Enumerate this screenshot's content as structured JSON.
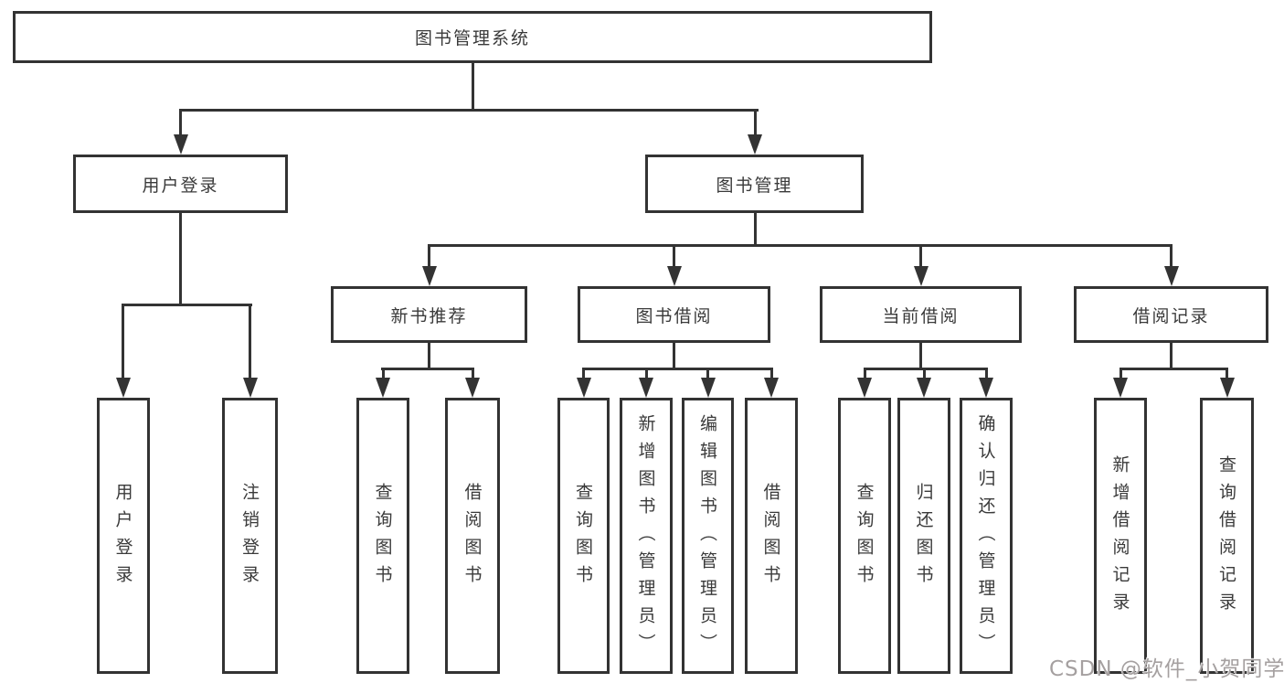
{
  "diagram": {
    "title": "图书管理系统",
    "level1": [
      {
        "label": "用户登录"
      },
      {
        "label": "图书管理"
      }
    ],
    "level2": [
      {
        "label": "新书推荐"
      },
      {
        "label": "图书借阅"
      },
      {
        "label": "当前借阅"
      },
      {
        "label": "借阅记录"
      }
    ],
    "leaves_login": [
      {
        "label": "用户登录"
      },
      {
        "label": "注销登录"
      }
    ],
    "leaves_recommend": [
      {
        "label": "查询图书"
      },
      {
        "label": "借阅图书"
      }
    ],
    "leaves_borrow": [
      {
        "label": "查询图书"
      },
      {
        "label": "新增图书（管理员）"
      },
      {
        "label": "编辑图书（管理员）"
      },
      {
        "label": "借阅图书"
      }
    ],
    "leaves_current": [
      {
        "label": "查询图书"
      },
      {
        "label": "归还图书"
      },
      {
        "label": "确认归还（管理员）"
      }
    ],
    "leaves_records": [
      {
        "label": "新增借阅记录"
      },
      {
        "label": "查询借阅记录"
      }
    ]
  },
  "watermark": {
    "text": "CSDN @软件_小贺同学",
    "color": "#a5a0a0"
  },
  "colors": {
    "line": "#333333",
    "box_border": "#333333",
    "text": "#3a3a3a",
    "background": "#ffffff"
  }
}
